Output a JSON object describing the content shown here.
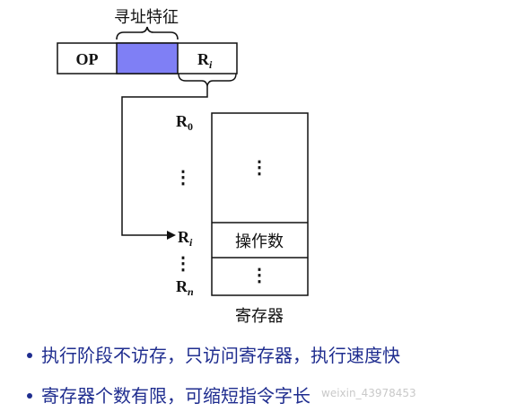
{
  "instruction": {
    "heading": "寻址特征",
    "op_label": "OP",
    "addr_field_prefix": "R",
    "addr_field_sub": "i"
  },
  "register_file": {
    "top_dots": "⋮",
    "operand_label": "操作数",
    "bottom_dots": "⋮",
    "caption": "寄存器",
    "labels": {
      "r0": {
        "main": "R",
        "sub": "0"
      },
      "mid_dots": "⋮",
      "ri": {
        "main": "R",
        "sub": "i"
      },
      "low_dots": "⋮",
      "rn": {
        "main": "R",
        "sub": "n"
      }
    }
  },
  "bullets": [
    {
      "text": "执行阶段不访存，只访问寄存器，执行速度快"
    },
    {
      "text": "寄存器个数有限，可缩短指令字长"
    }
  ],
  "watermark": "weixin_43978453",
  "colors": {
    "addressing_field": "#7f7ff5",
    "bullet_text": "#1f2d8f"
  }
}
